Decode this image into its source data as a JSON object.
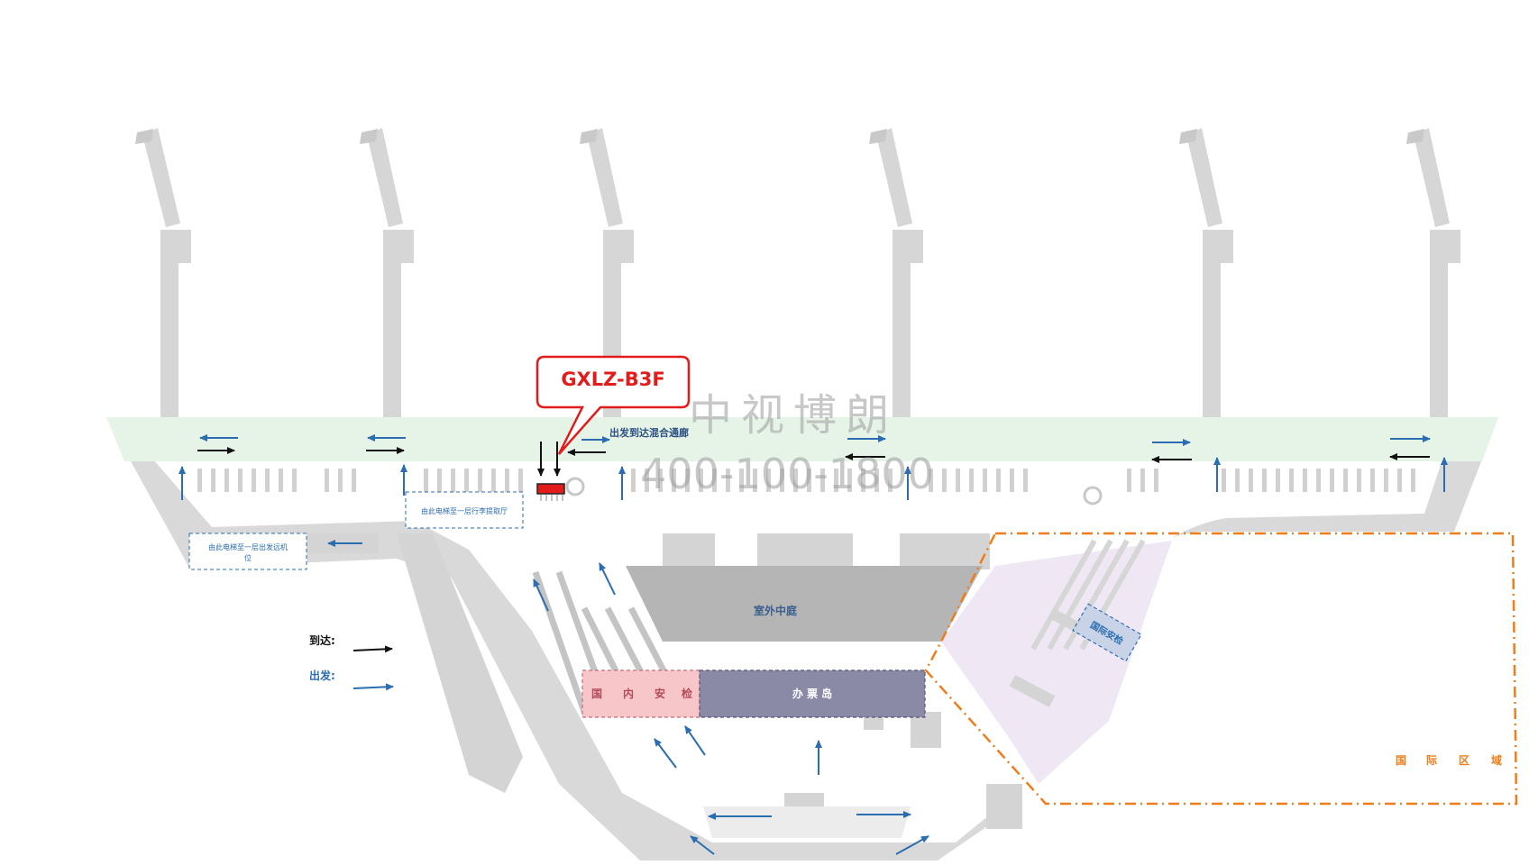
{
  "map": {
    "ad_code": "GXLZ-B3F",
    "corridor_label": "出发到达混合通廊",
    "elevator_note_upper": "由此电梯至一层行李提取厅",
    "elevator_note_left_line1": "由此电梯至一层出发远机",
    "elevator_note_left_line2": "位",
    "courtyard_label": "室外中庭",
    "domestic_security_chars": [
      "国",
      "内",
      "安",
      "检"
    ],
    "ticket_island_label": "办 票 岛",
    "intl_security_label": "国际安检",
    "intl_zone_chars": [
      "国",
      "际",
      "区",
      "域"
    ],
    "watermark_name": "中视博朗",
    "watermark_phone": "400-100-1800"
  },
  "legend": {
    "arrival_label": "到达:",
    "departure_label": "出发:"
  },
  "colors": {
    "corridor_fill": "#e6f4e8",
    "floor_gray": "#d8d8d8",
    "courtyard_gray": "#b4b4b4",
    "departure_blue": "#2a6db0",
    "arrival_black": "#111111",
    "ad_red": "#e31b1b",
    "domestic_security_pink": "#f7c6c9",
    "ticket_island_purple": "#8a89a6",
    "intl_orange": "#ef7d1a",
    "intl_zone_lavender": "#efe8f4"
  }
}
